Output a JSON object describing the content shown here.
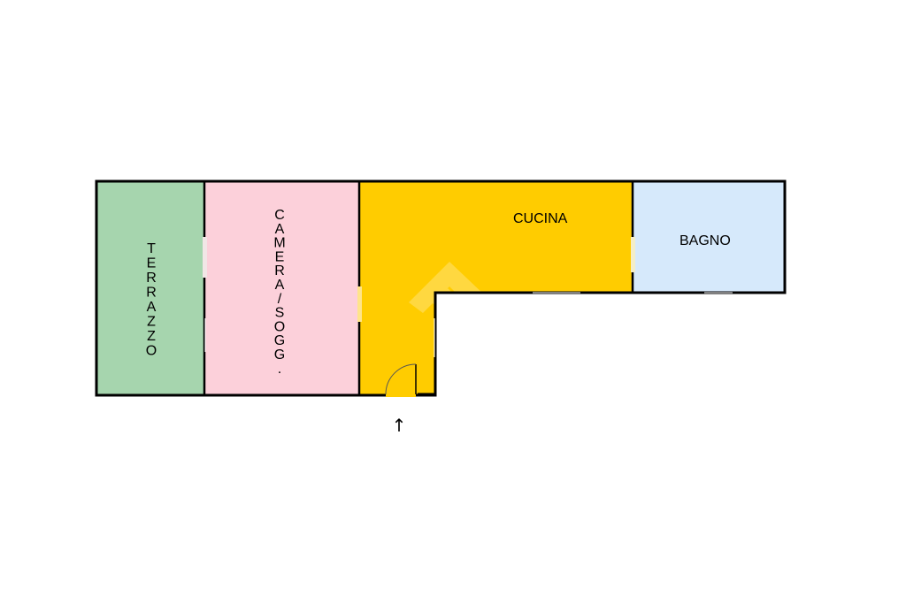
{
  "floorplan": {
    "rooms": [
      {
        "id": "terrazzo",
        "label": "TERRAZZO",
        "color": "#a6d5ae",
        "orientation": "vertical"
      },
      {
        "id": "camera",
        "label": "CAMERA/SOGG.",
        "color": "#fcd0da",
        "orientation": "vertical"
      },
      {
        "id": "cucina",
        "label": "CUCINA",
        "color": "#ffcc00",
        "orientation": "horizontal"
      },
      {
        "id": "bagno",
        "label": "BAGNO",
        "color": "#d6e9fb",
        "orientation": "horizontal"
      }
    ],
    "entrance_arrow": "↑",
    "wall_color": "#000000"
  }
}
